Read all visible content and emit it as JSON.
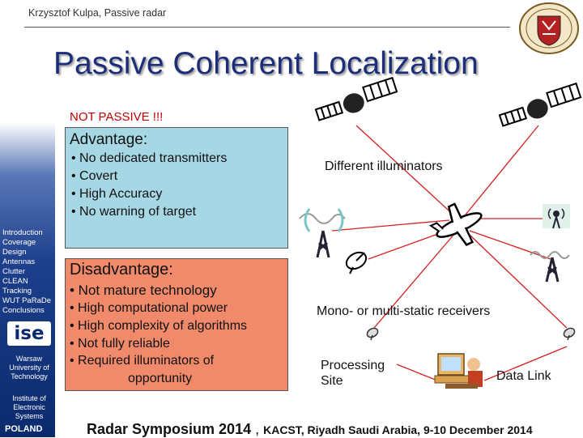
{
  "header": {
    "author": "Krzysztof  Kulpa, Passive radar",
    "title": "Passive Coherent Localization"
  },
  "warning": "NOT PASSIVE !!!",
  "advantage": {
    "title": "Advantage:",
    "items": [
      "• No dedicated transmitters",
      "• Covert",
      "• High Accuracy",
      "• No warning of target"
    ]
  },
  "disadvantage": {
    "title": "Disadvantage:",
    "items": [
      "• Not mature technology",
      "• High computational power",
      "• High complexity of algorithms",
      "• Not fully reliable",
      "• Required illuminators of",
      "opportunity"
    ]
  },
  "sidebar": {
    "nav": [
      "Introduction",
      "Coverage",
      "Design",
      "Antennas",
      "Clutter",
      "CLEAN",
      "Tracking",
      "WUT PaRaDe",
      "Conclusions"
    ],
    "logo_text": "ise",
    "university": [
      "Warsaw",
      "University of",
      "Technology"
    ],
    "institute": [
      "Institute of",
      "Electronic",
      "Systems"
    ],
    "country": "POLAND"
  },
  "diagram": {
    "illuminators_label": "Different illuminators",
    "receivers_label": "Mono- or multi-static receivers",
    "processing_label": [
      "Processing",
      "Site"
    ],
    "datalink_label": "Data Link",
    "line_color": "#d42020"
  },
  "footer": {
    "event": "Radar Symposium 2014",
    "sep": " , ",
    "location": "KACST, Riyadh  Saudi Arabia,  9-10 December 2014"
  }
}
